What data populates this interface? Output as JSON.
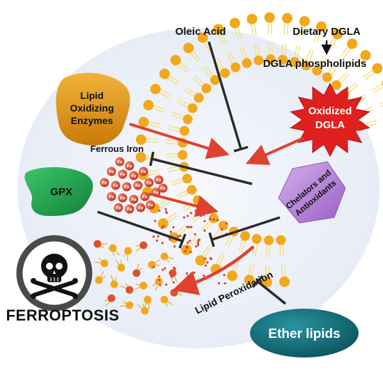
{
  "labels": {
    "oleic_acid": "Oleic Acid",
    "dietary_dgla": "Dietary DGLA",
    "dgla_phospholipids": "DGLA phospholipids",
    "lipid_oxidizing_enzymes_1": "Lipid",
    "lipid_oxidizing_enzymes_2": "Oxidizing",
    "lipid_oxidizing_enzymes_3": "Enzymes",
    "oxidized_dgla_1": "Oxidized",
    "oxidized_dgla_2": "DGLA",
    "ferrous_iron": "Ferrous Iron",
    "fe_symbol": "Fe",
    "gpx": "GPX",
    "chelators_1": "Chelators and",
    "chelators_2": "Antioxidants",
    "lipid_peroxidation": "Lipid Peroxidation",
    "ferroptosis": "FERROPTOSIS",
    "ether_lipids": "Ether lipids"
  },
  "colors": {
    "background": "#edf1f8",
    "membrane_head": "#f2a81b",
    "membrane_tail": "#f5e08a",
    "enzyme_blob": "#e69a10",
    "oxidized_star": "#e0201f",
    "iron_ball": "#e5533a",
    "gpx_blob": "#1ea34a",
    "chelator_hex": "#b583d6",
    "ether_ellipse": "#136f7b",
    "activation_arrow": "#e0412f",
    "inhibition_line": "#222222",
    "skull_ring": "#4a4a4a"
  },
  "icons": {
    "death": "skull-crossbones-icon"
  }
}
